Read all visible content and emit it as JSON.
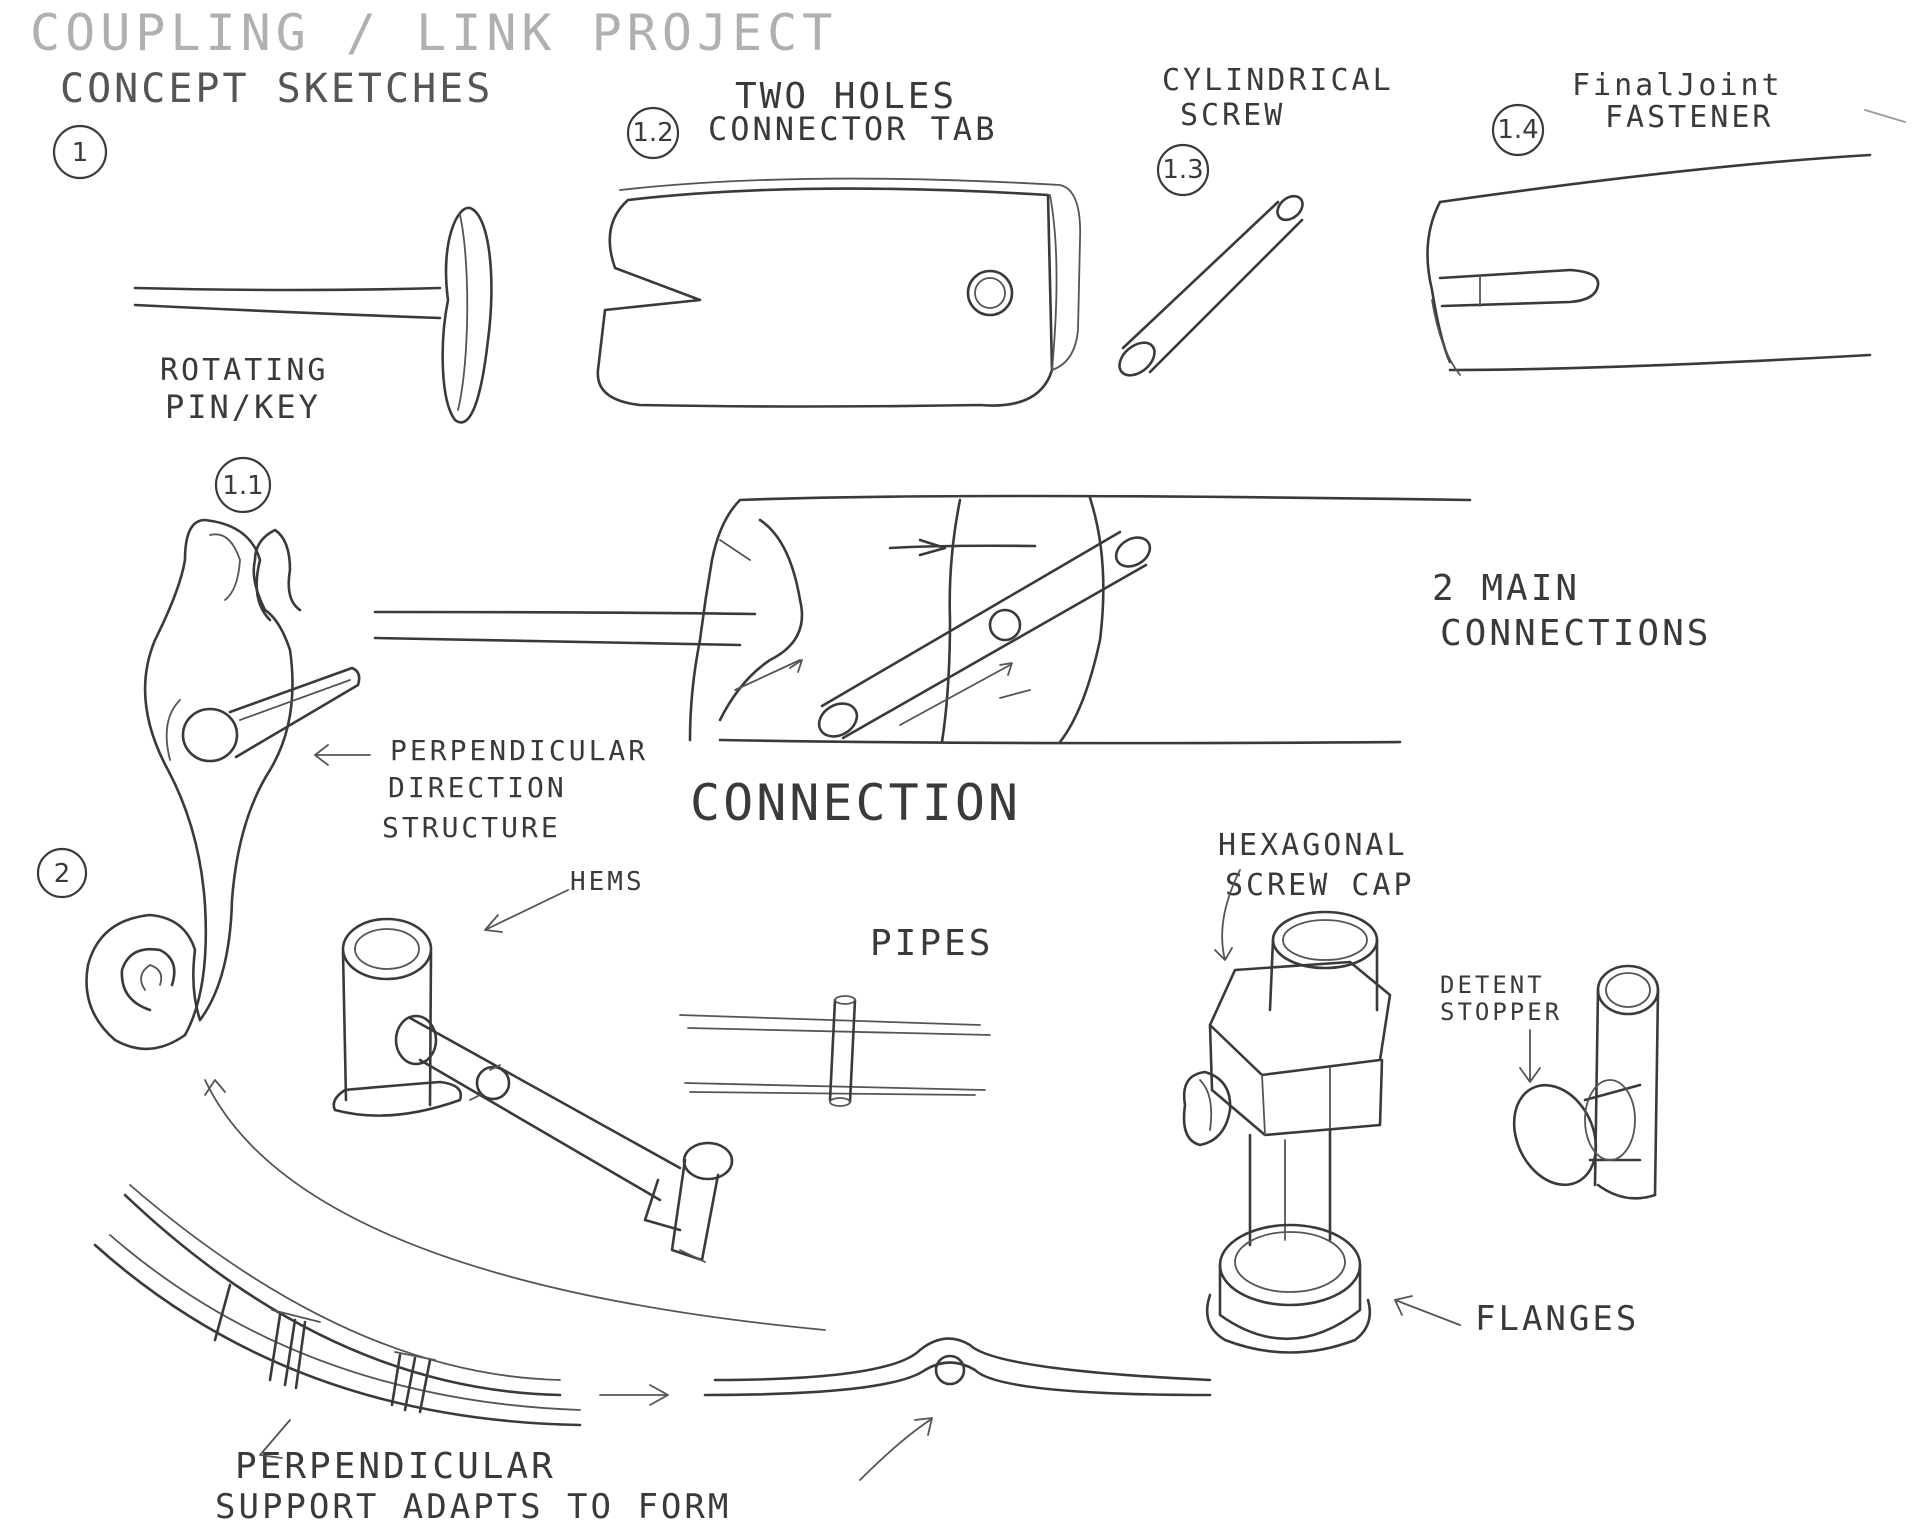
{
  "title": {
    "line1": "COUPLING / LINK PROJECT",
    "line2": "CONCEPT SKETCHES"
  },
  "markers": {
    "m1": "1",
    "m11": "1.1",
    "m12": "1.2",
    "m13": "1.3",
    "m14": "1.4",
    "m2": "2"
  },
  "labels": {
    "rotating_pin": [
      "ROTATING",
      "PIN/KEY"
    ],
    "two_holes": [
      "TWO HOLES",
      "CONNECTOR TAB"
    ],
    "cylindrical_screw": [
      "CYLINDRICAL",
      "SCREW"
    ],
    "final_joint": [
      "FinalJoint",
      "FASTENER"
    ],
    "main_connections": [
      "2 MAIN",
      "CONNECTIONS"
    ],
    "connection": "CONNECTION",
    "perpendicular_direction": [
      "PERPENDICULAR",
      "DIRECTION",
      "STRUCTURE"
    ],
    "hems": "HEMS",
    "pipes": "PIPES",
    "hexagonal_cap": [
      "HEXAGONAL",
      "SCREW CAP"
    ],
    "detent_stopper": [
      "DETENT",
      "STOPPER"
    ],
    "flanges": "FLANGES",
    "perpendicular_support": [
      "PERPENDICULAR",
      "SUPPORT ADAPTS TO FORM"
    ]
  }
}
